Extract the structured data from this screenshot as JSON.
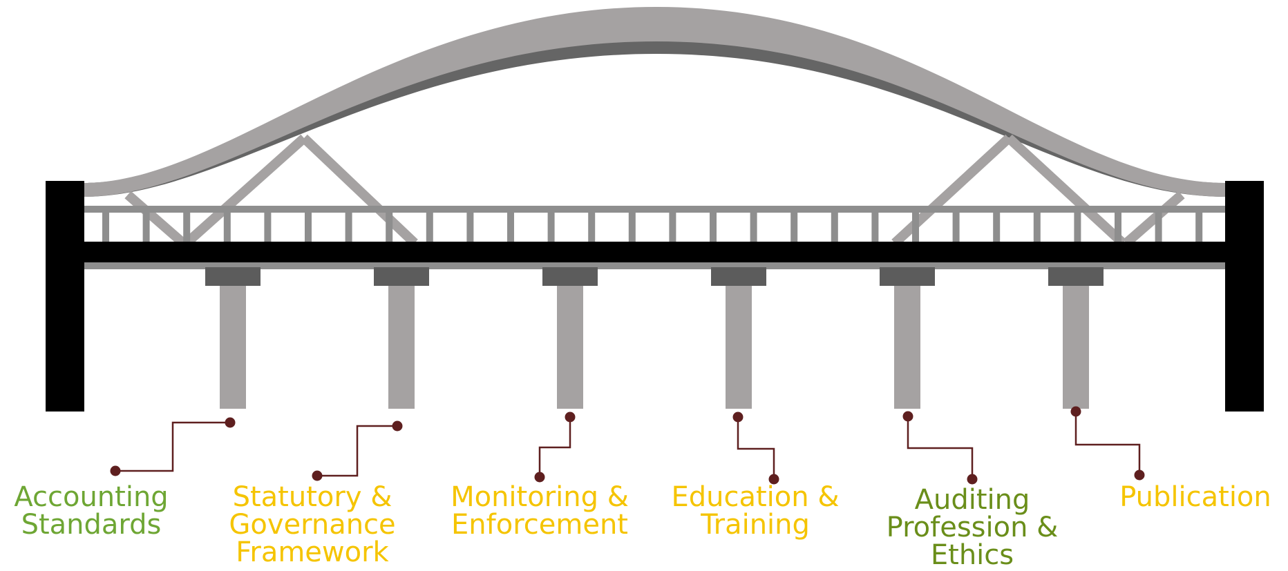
{
  "diagram": {
    "pillars": [
      {
        "id": "accounting-standards",
        "lines": [
          "Accounting",
          "Standards"
        ],
        "color": "#6ea634"
      },
      {
        "id": "statutory-governance-framework",
        "lines": [
          "Statutory &",
          "Governance",
          "Framework"
        ],
        "color": "#f5c400"
      },
      {
        "id": "monitoring-enforcement",
        "lines": [
          "Monitoring &",
          "Enforcement"
        ],
        "color": "#f5c400"
      },
      {
        "id": "education-training",
        "lines": [
          "Education &",
          "Training"
        ],
        "color": "#f5c400"
      },
      {
        "id": "auditing-profession-ethics",
        "lines": [
          "Auditing",
          "Profession &",
          "Ethics"
        ],
        "color": "#6a8e1a"
      },
      {
        "id": "publication",
        "lines": [
          "Publication"
        ],
        "color": "#f5c400"
      }
    ]
  },
  "colors": {
    "arch_light": "#a5a2a2",
    "arch_dark": "#656565",
    "truss": "#a5a2a2",
    "rail": "#8e8e8e",
    "deck": "#000000",
    "tower": "#000000",
    "pier_cap": "#5c5c5c",
    "pier": "#a5a2a2",
    "connector": "#5e1f1f"
  }
}
